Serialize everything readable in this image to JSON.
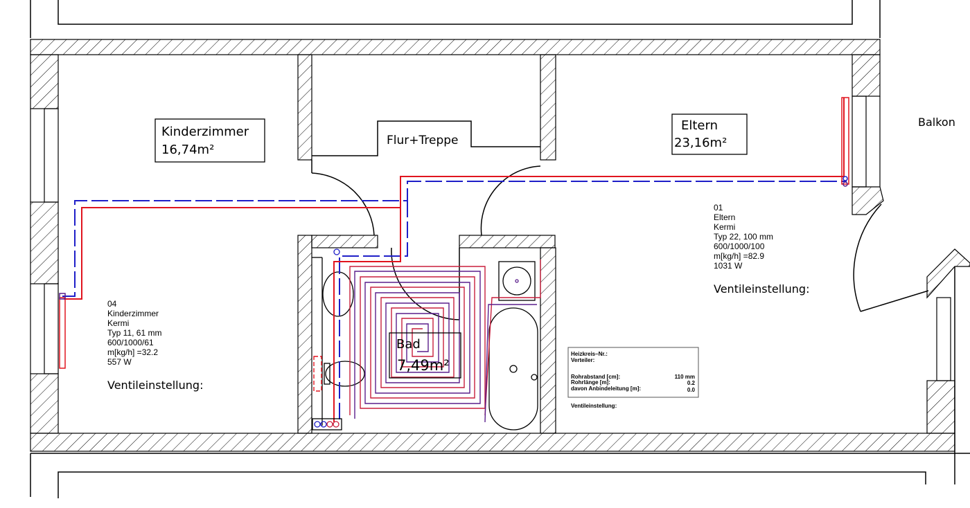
{
  "rooms": {
    "kinderzimmer": {
      "name": "Kinderzimmer",
      "area": "16,74m²"
    },
    "flur": {
      "name": "Flur+Treppe"
    },
    "eltern": {
      "name": "Eltern",
      "area": "23,16m²"
    },
    "bad": {
      "name": "Bad",
      "area": "7,49m²"
    },
    "balkon": {
      "name": "Balkon"
    }
  },
  "radiators": {
    "eltern": {
      "lines": [
        "01",
        "Eltern",
        "Kermi",
        "Typ  22,  100  mm",
        "600/1000/100",
        "m[kg/h]  =82.9",
        "1031  W"
      ],
      "valve_setting": "Ventileinstellung:"
    },
    "kinderzimmer": {
      "lines": [
        "04",
        "Kinderzimmer",
        "Kermi",
        "Typ  11,  61  mm",
        "600/1000/61",
        "m[kg/h]  =32.2",
        "557  W"
      ],
      "valve_setting": "Ventileinstellung:"
    }
  },
  "heating_circuit_box": {
    "line1": "Heizkreis–Nr.:",
    "line2": "Verteiler:",
    "spacing_label": "Rohrabstand  [cm]:",
    "spacing_value": "110  mm",
    "length_label": "Rohrlänge  [m]:",
    "length_value": "0.2",
    "connection_label": "davon  Anbindeleitung  [m]:",
    "connection_value": "0.0",
    "valve_setting": "Ventileinstellung:"
  },
  "colors": {
    "supply_pipe": "#e0141e",
    "return_pipe": "#1e1ec8",
    "floor_heating_a": "#c81e3c",
    "floor_heating_b": "#5a1e8c",
    "walls": "#000000"
  }
}
